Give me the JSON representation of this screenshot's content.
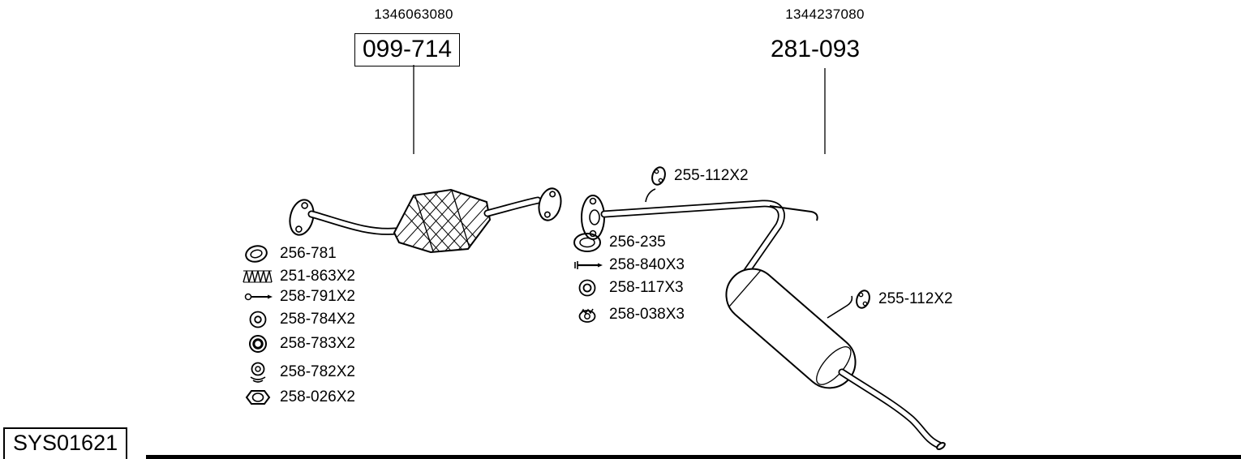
{
  "colors": {
    "ink": "#000000",
    "background": "#ffffff"
  },
  "diagram_code": "SYS01621",
  "assemblies": [
    {
      "oe_ref": "1346063080",
      "part_no": "099-714",
      "boxed": true
    },
    {
      "oe_ref": "1344237080",
      "part_no": "281-093",
      "boxed": false
    }
  ],
  "front_section_parts": [
    {
      "icon": "gasket-ring-icon",
      "part_no": "256-781"
    },
    {
      "icon": "spring-icon",
      "part_no": "251-863X2"
    },
    {
      "icon": "bolt-icon",
      "part_no": "258-791X2"
    },
    {
      "icon": "washer-icon",
      "part_no": "258-784X2"
    },
    {
      "icon": "washer-thick-icon",
      "part_no": "258-783X2"
    },
    {
      "icon": "rubber-mount-icon",
      "part_no": "258-782X2"
    },
    {
      "icon": "hex-nut-icon",
      "part_no": "258-026X2"
    }
  ],
  "rear_section_parts": [
    {
      "icon": "gasket-oval-icon",
      "part_no": "256-235"
    },
    {
      "icon": "long-bolt-icon",
      "part_no": "258-840X3"
    },
    {
      "icon": "washer-icon",
      "part_no": "258-117X3"
    },
    {
      "icon": "flange-nut-icon",
      "part_no": "258-038X3"
    }
  ],
  "hanger_parts": [
    {
      "icon": "rubber-hanger-icon",
      "part_no": "255-112X2"
    },
    {
      "icon": "rubber-hanger-icon",
      "part_no": "255-112X2"
    }
  ]
}
